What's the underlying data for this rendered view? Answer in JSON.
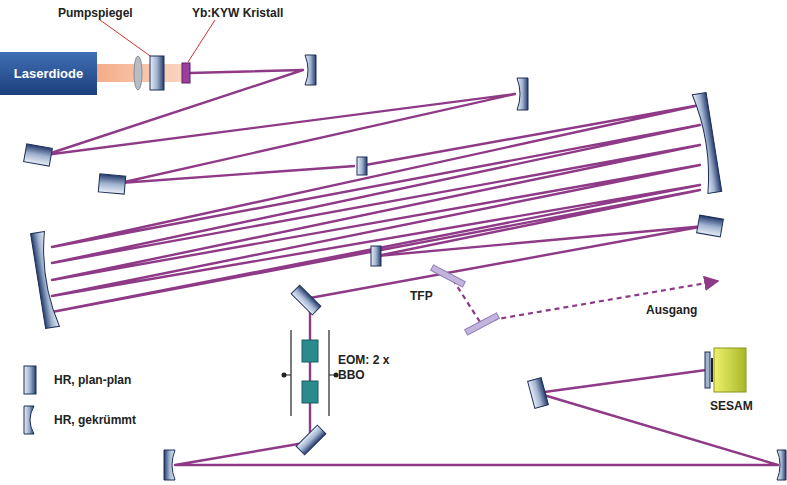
{
  "diagram": {
    "nodes": [
      {
        "text": [
          "Laserdiode"
        ]
      }
    ],
    "labels": [
      "Pumpspiegel",
      "Yb:KYW Kristall",
      "TFP",
      "Ausgang",
      "EOM: 2 x BBO",
      "SESAM"
    ],
    "legend": [
      {
        "text": "HR, plan-plan"
      },
      {
        "text": "HR, gekrümmt"
      }
    ]
  }
}
